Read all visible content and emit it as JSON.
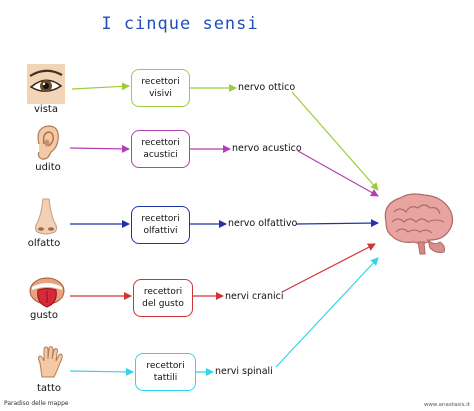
{
  "title": "I  cinque  sensi",
  "senses": [
    {
      "label": "vista",
      "receptor": [
        "recettori",
        "visivi"
      ],
      "nerve": "nervo  ottico",
      "color": "#9ccc3c"
    },
    {
      "label": "udito",
      "receptor": [
        "recettori",
        "acustici"
      ],
      "nerve": "nervo  acustico",
      "color": "#b23fb3"
    },
    {
      "label": "olfatto",
      "receptor": [
        "recettori",
        "olfattivi"
      ],
      "nerve": "nervo  olfattivo",
      "color": "#2233aa"
    },
    {
      "label": "gusto",
      "receptor": [
        "recettori",
        "del  gusto"
      ],
      "nerve": "nervi  cranici",
      "color": "#d23434"
    },
    {
      "label": "tatto",
      "receptor": [
        "recettori",
        "tattili"
      ],
      "nerve": "nervi  spinali",
      "color": "#2fd6e8"
    }
  ],
  "icons": [
    "eye-icon",
    "ear-icon",
    "nose-icon",
    "tongue-icon",
    "hand-icon",
    "brain-icon"
  ],
  "footer": {
    "left": "Paradiso  delle  mappe",
    "right": "www.anastasis.it"
  }
}
